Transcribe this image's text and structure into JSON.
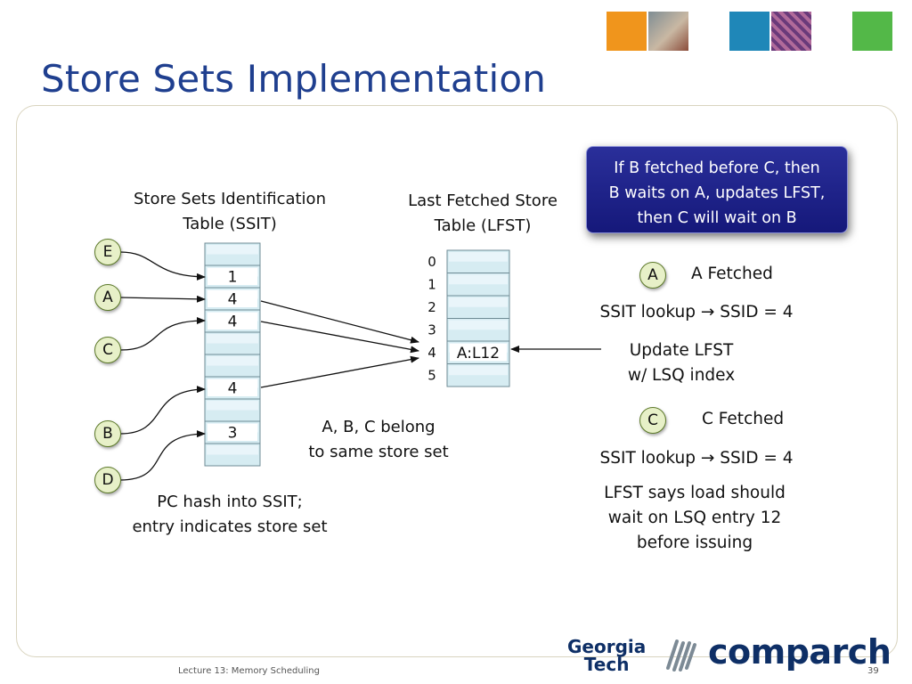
{
  "slide": {
    "title": "Store Sets Implementation",
    "footer_left": "Lecture 13: Memory Scheduling",
    "page_number": "39",
    "logos": {
      "gt_line1": "Georgia",
      "gt_line2": "Tech",
      "comparch": "comparch"
    }
  },
  "diagram": {
    "ssit_caption": [
      "Store Sets Identification",
      "Table (SSIT)"
    ],
    "lfst_caption": [
      "Last Fetched Store",
      "Table (LFST)"
    ],
    "instructions": [
      "E",
      "A",
      "C",
      "B",
      "D"
    ],
    "ssit_cells": [
      "",
      "1",
      "4",
      "4",
      "",
      "",
      "4",
      "",
      "3",
      ""
    ],
    "lfst_indices": [
      "0",
      "1",
      "2",
      "3",
      "4",
      "5"
    ],
    "lfst_cells": [
      "",
      "",
      "",
      "",
      "A:L12",
      ""
    ],
    "belong_note": [
      "A, B, C belong",
      "to same store set"
    ],
    "ssit_note": [
      "PC hash into SSIT;",
      "entry indicates store set"
    ]
  },
  "callout": [
    "If B fetched before C, then",
    "B waits on A, updates LFST,",
    "then C will wait on B"
  ],
  "steps": {
    "a_circle": "A",
    "a_fetched": "A Fetched",
    "a_lookup": "SSIT lookup → SSID = 4",
    "update": [
      "Update LFST",
      "w/ LSQ index"
    ],
    "c_circle": "C",
    "c_fetched": "C Fetched",
    "c_lookup": "SSIT lookup → SSID = 4",
    "lfst_says": [
      "LFST says load should",
      "wait on LSQ entry 12",
      "before issuing"
    ]
  },
  "colors": {
    "title": "#1f3f8f",
    "circle_fill": "#e7f0c8",
    "circle_stroke": "#5d7a2a",
    "cell_fill": "#d9eef3",
    "callout": "#1d2188"
  }
}
